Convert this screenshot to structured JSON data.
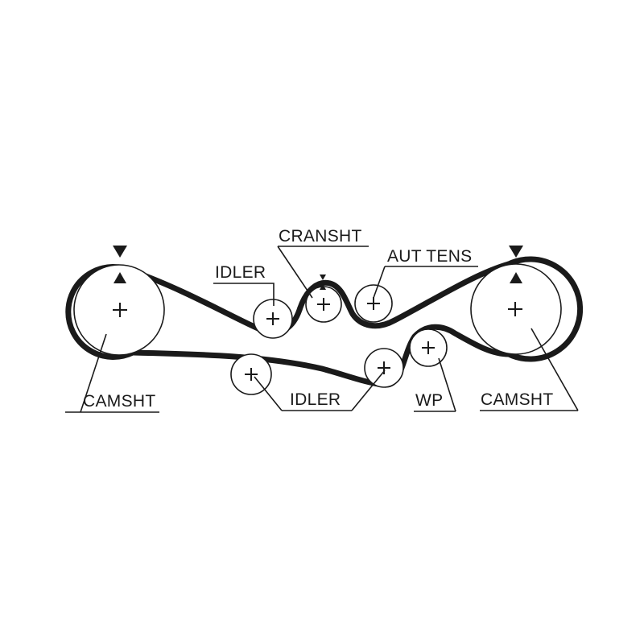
{
  "diagram": {
    "labels": {
      "camshaft_left": "CAMSHT",
      "camshaft_right": "CAMSHT",
      "idler_top": "IDLER",
      "idler_bottom": "IDLER",
      "crankshaft": "CRANSHT",
      "auto_tensioner": "AUT TENS",
      "water_pump": "WP"
    },
    "colors": {
      "line": "#1a1a1a",
      "background": "#ffffff"
    }
  }
}
